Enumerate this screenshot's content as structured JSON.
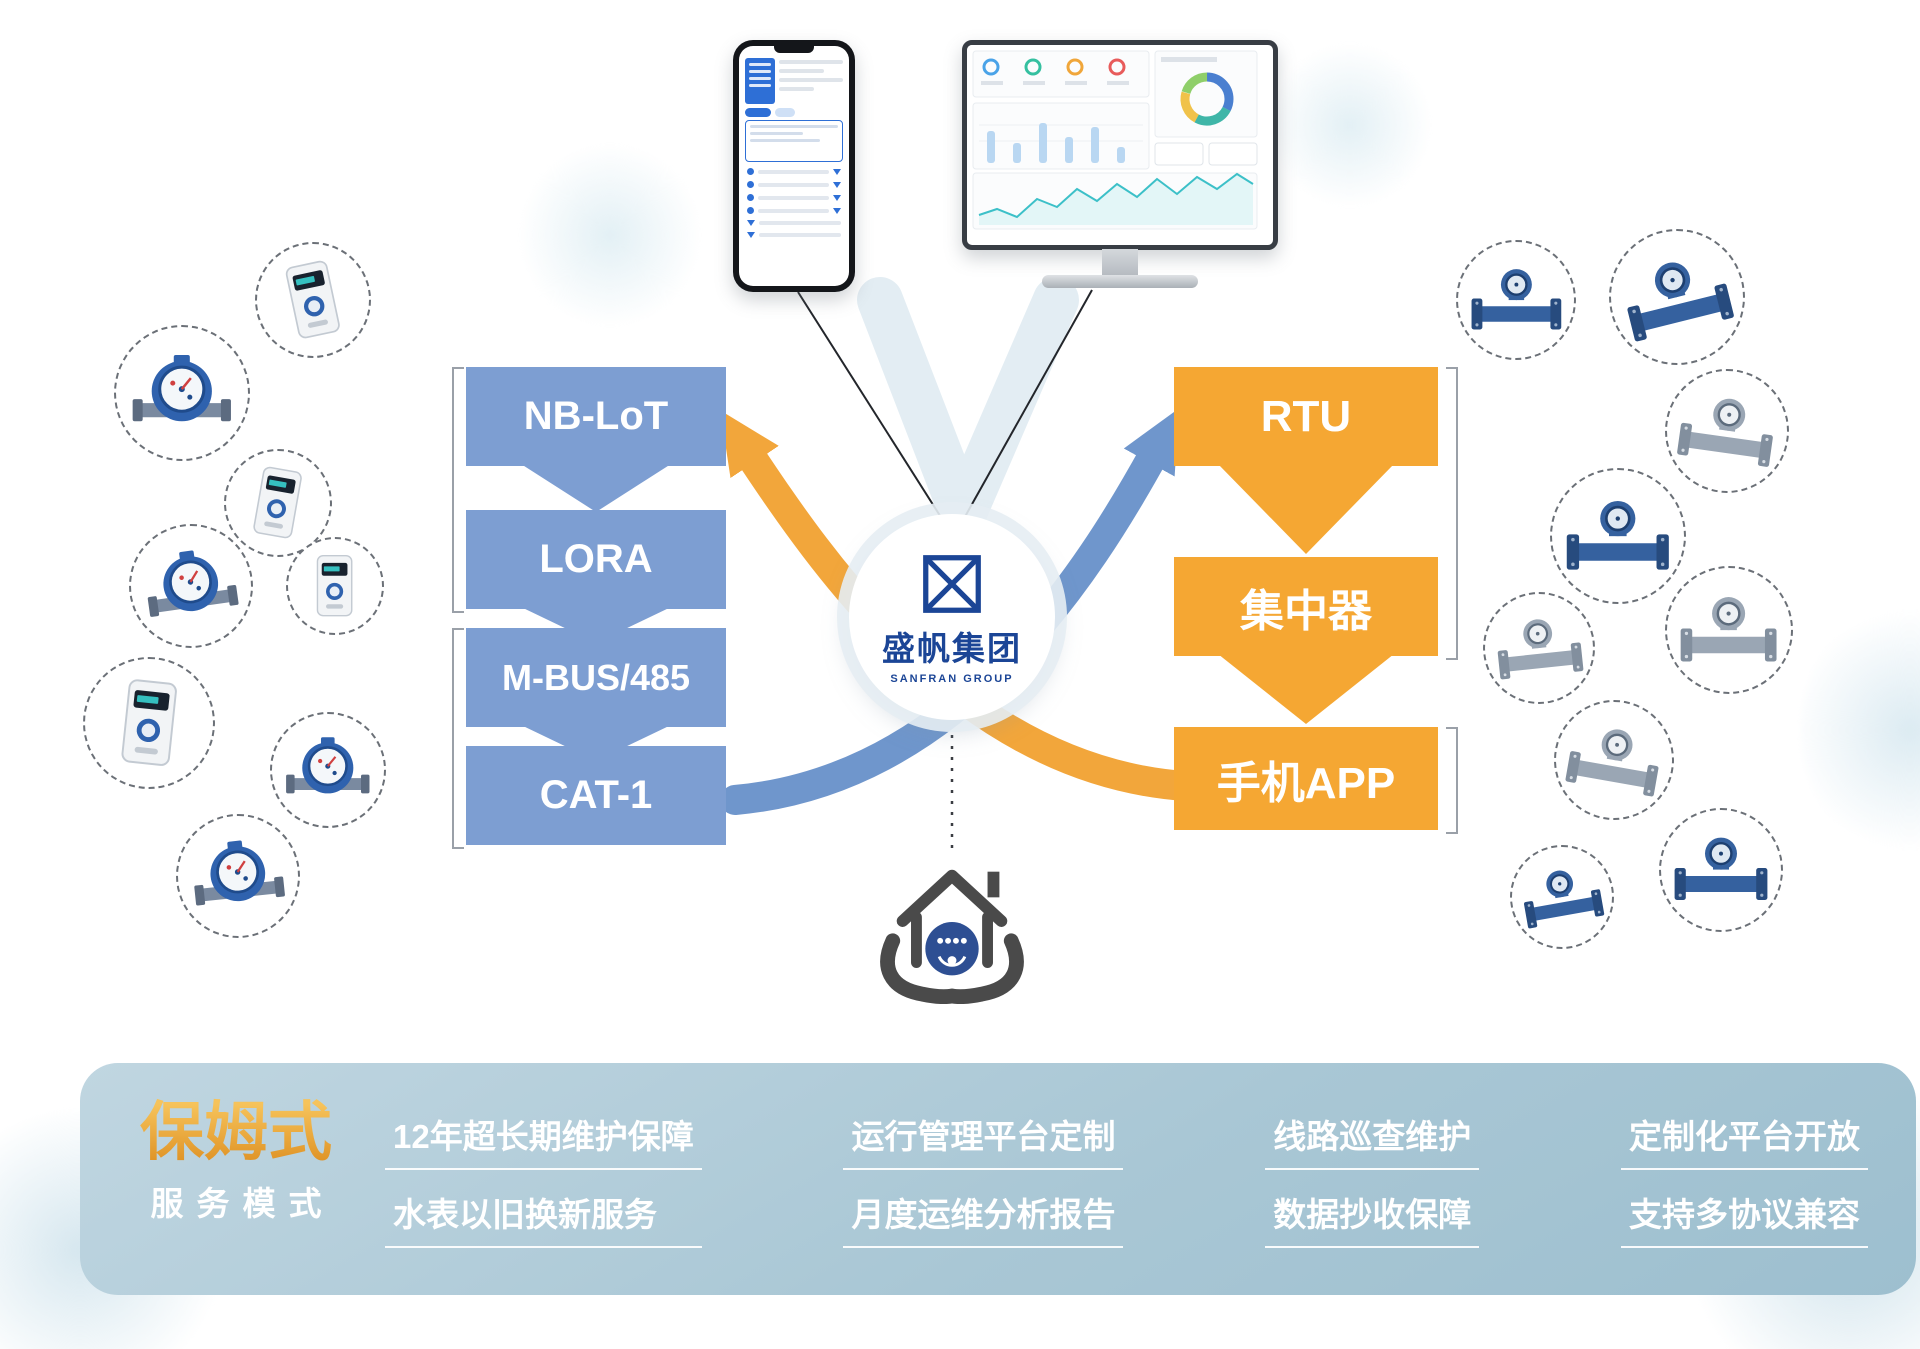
{
  "center": {
    "logo_name": "盛帆集团",
    "logo_sub": "SANFRAN GROUP"
  },
  "left_protocols": {
    "items": [
      {
        "label": "NB-LoT"
      },
      {
        "label": "LORA"
      },
      {
        "label": "M-BUS/485"
      },
      {
        "label": "CAT-1"
      }
    ]
  },
  "right_devices": {
    "items": [
      {
        "label": "RTU"
      },
      {
        "label": "集中器"
      },
      {
        "label": "手机APP"
      }
    ]
  },
  "service_banner": {
    "title": "保姆式",
    "subtitle": "服务模式",
    "columns": [
      {
        "rows": [
          "12年超长期维护保障",
          "水表以旧换新服务"
        ]
      },
      {
        "rows": [
          "运行管理平台定制",
          "月度运维分析报告"
        ]
      },
      {
        "rows": [
          "线路巡查维护",
          "数据抄收保障"
        ]
      },
      {
        "rows": [
          "定制化平台开放",
          "支持多协议兼容"
        ]
      }
    ]
  },
  "icons": {
    "logo_mark": "square-with-diagonal-cross",
    "service_icon": "house-in-hands-with-meter",
    "left_cluster": "residential-water-meter-photos",
    "right_cluster": "industrial-flanged-water-meter-photos",
    "top_left_device": "mobile-app-mockup",
    "top_right_device": "dashboard-monitor-mockup"
  },
  "colors": {
    "blue_box": "#7D9ED2",
    "orange_box": "#F5A733",
    "arrow_blue": "#6F96CC",
    "arrow_orange": "#F2A63B",
    "banner_bg": "#A9C7D5",
    "gold_title": "#E8A83C",
    "logo_blue": "#1B4596"
  }
}
